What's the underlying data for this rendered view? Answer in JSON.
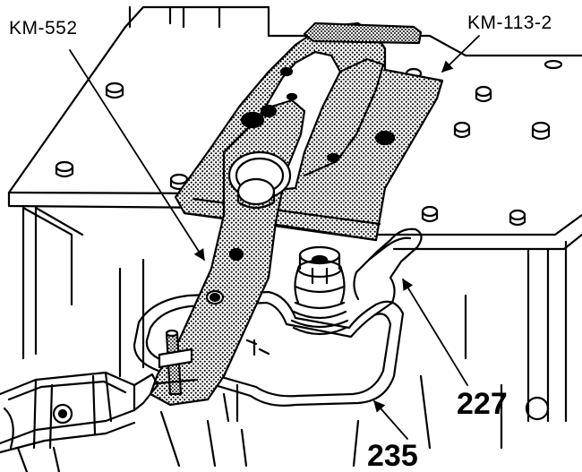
{
  "labels": {
    "tool_left": "KM-552",
    "tool_right": "KM-113-2",
    "part_227": "227",
    "part_235": "235"
  },
  "colors": {
    "ink": "#000000",
    "paper": "#ffffff"
  },
  "icons": {
    "leader": "arrow-line"
  }
}
